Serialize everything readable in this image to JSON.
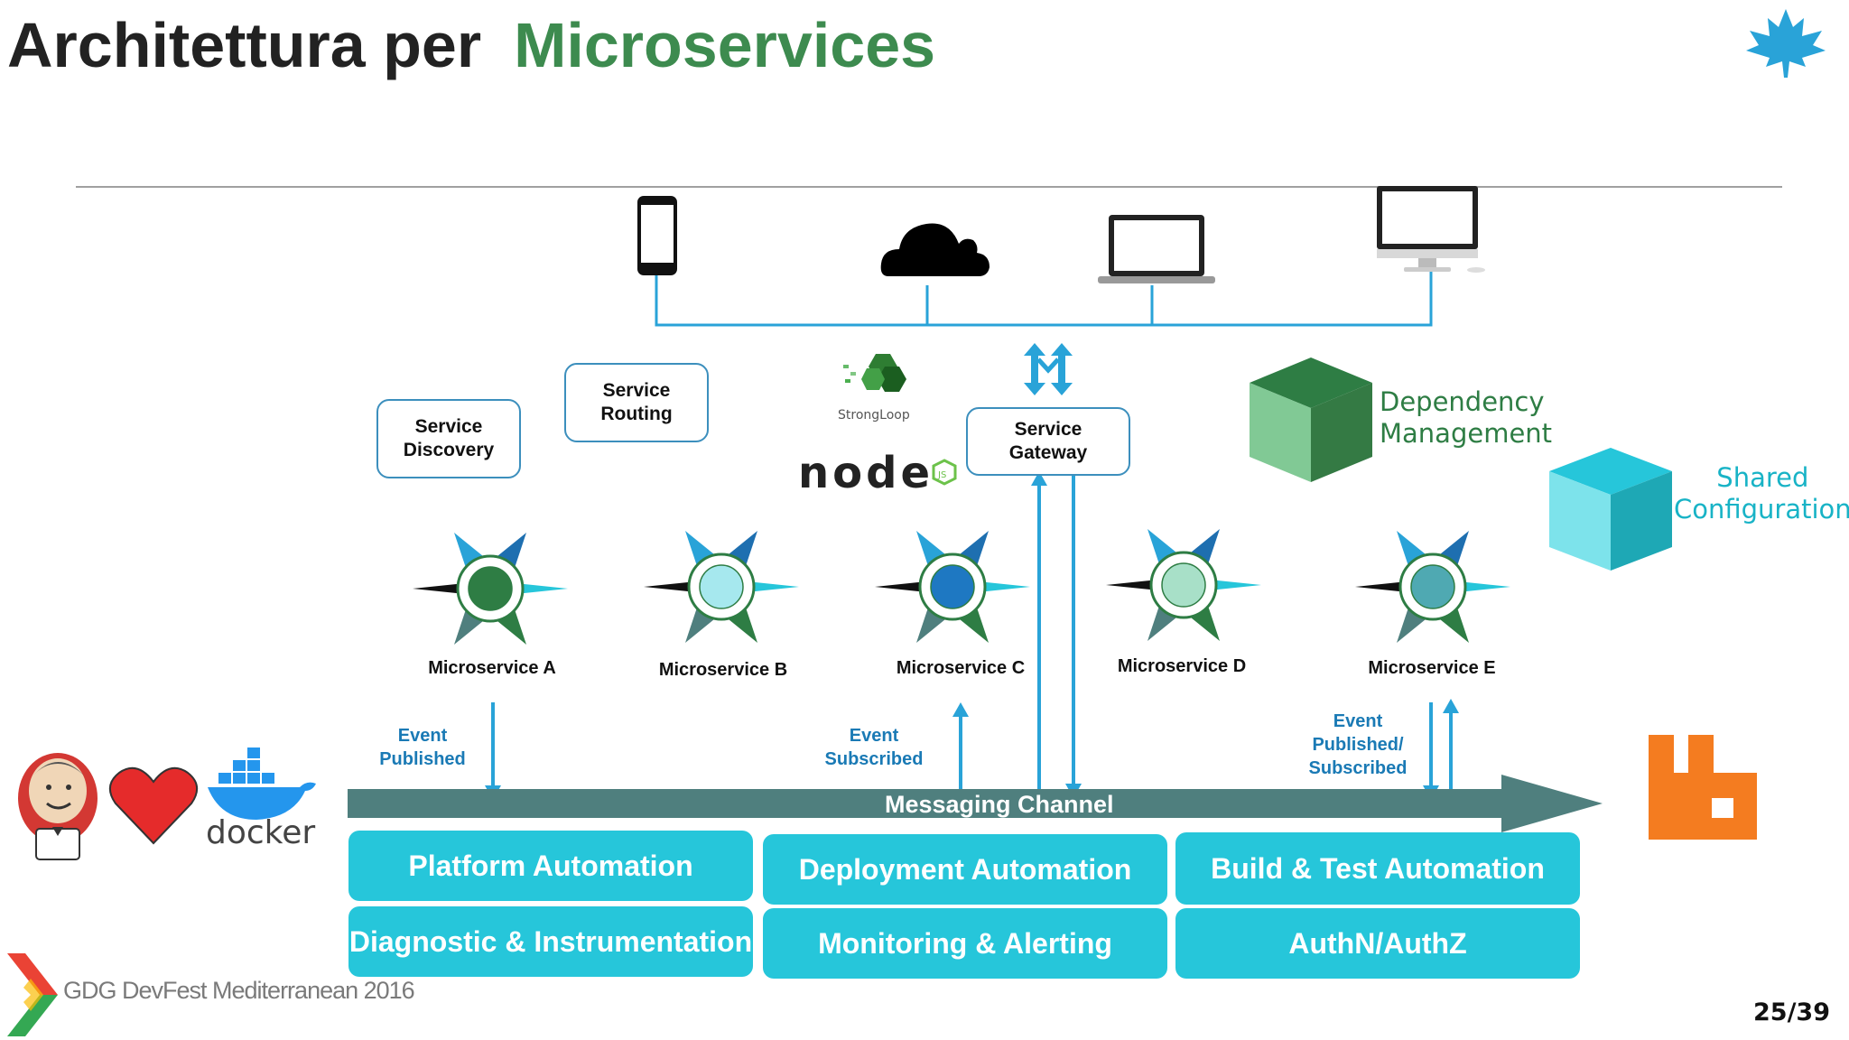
{
  "title": {
    "part1": "Architettura per",
    "part2": "Microservices"
  },
  "clients": [
    "phone-icon",
    "cloud-icon",
    "laptop-icon",
    "desktop-icon"
  ],
  "services": {
    "discovery": "Service\nDiscovery",
    "routing": "Service\nRouting",
    "gateway": "Service\nGateway"
  },
  "logos": {
    "strongloop": "StrongLoop",
    "node": "node",
    "docker": "docker"
  },
  "dependency": "Dependency\nManagement",
  "shared_config": "Shared\nConfiguration",
  "microservices": [
    {
      "label": "Microservice A",
      "color": "#2e7d44"
    },
    {
      "label": "Microservice B",
      "color": "#a6e8ee"
    },
    {
      "label": "Microservice C",
      "color": "#1e78c2"
    },
    {
      "label": "Microservice D",
      "color": "#a8e0c8"
    },
    {
      "label": "Microservice E",
      "color": "#4fa9b2"
    }
  ],
  "events": {
    "published": "Event\nPublished",
    "subscribed": "Event\nSubscribed",
    "pubsub": "Event\nPublished/\nSubscribed"
  },
  "channel": "Messaging Channel",
  "capabilities": [
    "Platform Automation",
    "Deployment Automation",
    "Build & Test Automation",
    "Diagnostic & Instrumentation",
    "Monitoring & Alerting",
    "AuthN/AuthZ"
  ],
  "footer": {
    "event": "GDG DevFest Mediterranean 2016",
    "page": "25/39"
  },
  "colors": {
    "title_accent": "#3d8b4f",
    "cyan": "#26c6da",
    "channel": "#4f7f7e",
    "connector": "#29a3d8"
  }
}
